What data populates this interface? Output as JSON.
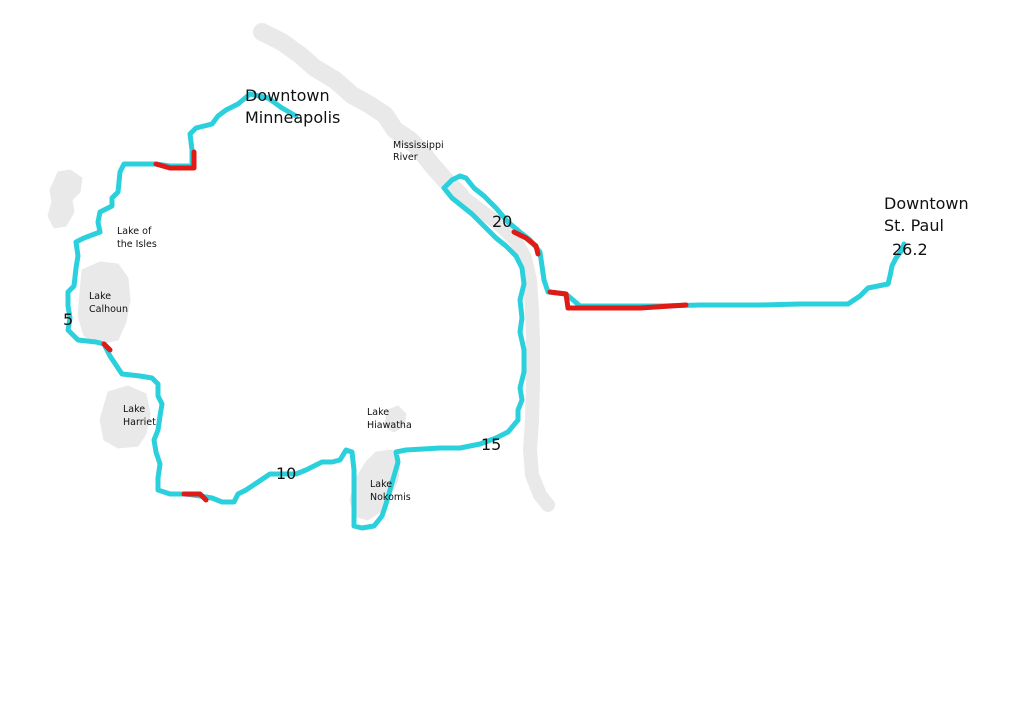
{
  "map": {
    "colors": {
      "route": "#2bd0dd",
      "highlight": "#e01a14",
      "water": "#e9e9e9",
      "background": "#ffffff",
      "text": "#111111"
    },
    "places": {
      "downtown_minneapolis": [
        "Downtown",
        "Minneapolis"
      ],
      "downtown_st_paul": [
        "Downtown",
        "St. Paul"
      ],
      "mississippi_river": [
        "Mississippi",
        "River"
      ],
      "lake_of_the_isles": [
        "Lake of",
        "the Isles"
      ],
      "lake_calhoun": [
        "Lake",
        "Calhoun"
      ],
      "lake_harriet": [
        "Lake",
        "Harriet"
      ],
      "lake_hiawatha": [
        "Lake",
        "Hiawatha"
      ],
      "lake_nokomis": [
        "Lake",
        "Nokomis"
      ]
    },
    "mile_markers": {
      "m5": "5",
      "m10": "10",
      "m15": "15",
      "m20": "20",
      "finish": "26.2"
    }
  }
}
